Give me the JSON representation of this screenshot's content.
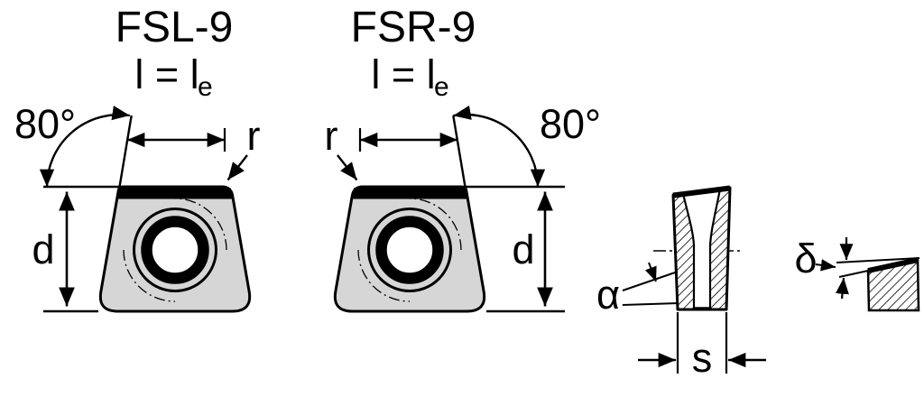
{
  "colors": {
    "ink": "#000000",
    "insert_fill": "#d6d6d6",
    "background": "#ffffff"
  },
  "left_insert": {
    "title": "FSL-9",
    "length_label": "l = l",
    "length_subscript": "e",
    "corner_angle": "80°",
    "corner_radius_label": "r",
    "diameter_label": "d"
  },
  "right_insert": {
    "title": "FSR-9",
    "length_label": "l = l",
    "length_subscript": "e",
    "corner_angle": "80°",
    "corner_radius_label": "r",
    "diameter_label": "d"
  },
  "side_view": {
    "clearance_angle_label": "α",
    "thickness_label": "s"
  },
  "edge_detail": {
    "wiper_angle_label": "δ"
  }
}
